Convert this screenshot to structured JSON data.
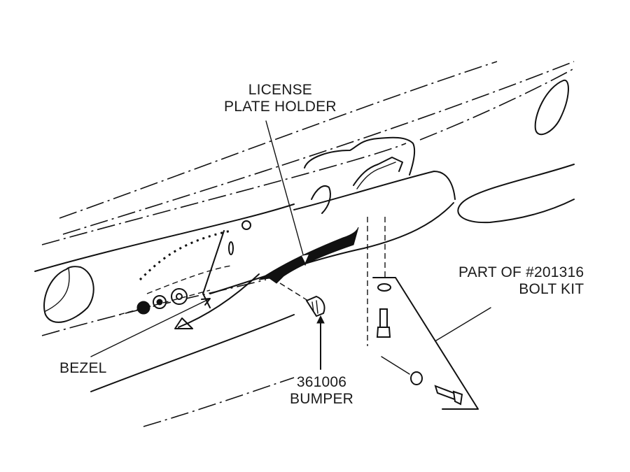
{
  "diagram": {
    "title": "License plate holder installation",
    "labels": {
      "license_plate_holder": [
        "LICENSE",
        "PLATE HOLDER"
      ],
      "bolt_kit": [
        "PART OF #201316",
        "BOLT KIT"
      ],
      "bezel": [
        "BEZEL"
      ],
      "bumper": [
        "361006",
        "BUMPER"
      ]
    },
    "colors": {
      "line": "#111111",
      "background": "#ffffff",
      "text": "#1a1a1a"
    }
  }
}
